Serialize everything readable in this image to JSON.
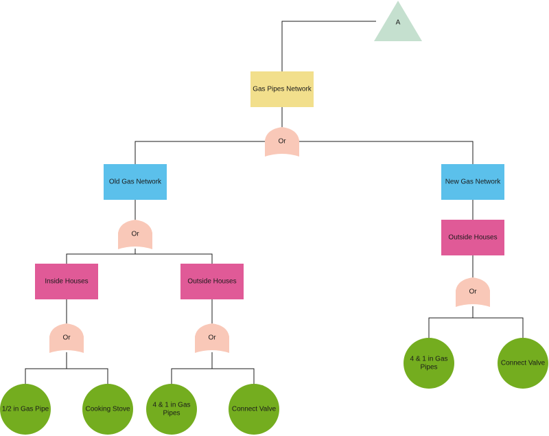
{
  "diagram": {
    "type": "fault-tree",
    "colors": {
      "transfer": "#c5e0cf",
      "top_event": "#f2df8c",
      "network": "#5bc0eb",
      "location": "#e05a97",
      "gate": "#f9c8b8",
      "basic_event": "#74ad1f",
      "edge": "#1a1a1a"
    },
    "nodes": {
      "transfer_a": {
        "label": "A",
        "kind": "transfer-triangle"
      },
      "gas_pipes_network": {
        "label": "Gas Pipes Network",
        "kind": "event"
      },
      "gate_top": {
        "label": "Or",
        "kind": "or-gate"
      },
      "old_gas_network": {
        "label": "Old Gas Network",
        "kind": "event"
      },
      "new_gas_network": {
        "label": "New Gas Network",
        "kind": "event"
      },
      "gate_old": {
        "label": "Or",
        "kind": "or-gate"
      },
      "old_inside_houses": {
        "label": "Inside Houses",
        "kind": "event"
      },
      "old_outside_houses": {
        "label": "Outside Houses",
        "kind": "event"
      },
      "new_outside_houses": {
        "label": "Outside Houses",
        "kind": "event"
      },
      "gate_inside": {
        "label": "Or",
        "kind": "or-gate"
      },
      "gate_outside": {
        "label": "Or",
        "kind": "or-gate"
      },
      "gate_new_outside": {
        "label": "Or",
        "kind": "or-gate"
      },
      "half_in_gas_pipe": {
        "label": "1/2 in Gas Pipe",
        "kind": "basic-event"
      },
      "cooking_stove": {
        "label": "Cooking Stove",
        "kind": "basic-event"
      },
      "old_4_1_gas_pipes": {
        "label": [
          "4 & 1 in Gas",
          "Pipes"
        ],
        "kind": "basic-event"
      },
      "old_connect_valve": {
        "label": "Connect Valve",
        "kind": "basic-event"
      },
      "new_4_1_gas_pipes": {
        "label": [
          "4 & 1 in Gas",
          "Pipes"
        ],
        "kind": "basic-event"
      },
      "new_connect_valve": {
        "label": "Connect Valve",
        "kind": "basic-event"
      }
    },
    "edges": [
      [
        "transfer_a",
        "gas_pipes_network"
      ],
      [
        "gas_pipes_network",
        "gate_top"
      ],
      [
        "gate_top",
        "old_gas_network"
      ],
      [
        "gate_top",
        "new_gas_network"
      ],
      [
        "old_gas_network",
        "gate_old"
      ],
      [
        "gate_old",
        "old_inside_houses"
      ],
      [
        "gate_old",
        "old_outside_houses"
      ],
      [
        "old_inside_houses",
        "gate_inside"
      ],
      [
        "old_outside_houses",
        "gate_outside"
      ],
      [
        "gate_inside",
        "half_in_gas_pipe"
      ],
      [
        "gate_inside",
        "cooking_stove"
      ],
      [
        "gate_outside",
        "old_4_1_gas_pipes"
      ],
      [
        "gate_outside",
        "old_connect_valve"
      ],
      [
        "new_gas_network",
        "new_outside_houses"
      ],
      [
        "new_outside_houses",
        "gate_new_outside"
      ],
      [
        "gate_new_outside",
        "new_4_1_gas_pipes"
      ],
      [
        "gate_new_outside",
        "new_connect_valve"
      ]
    ]
  }
}
